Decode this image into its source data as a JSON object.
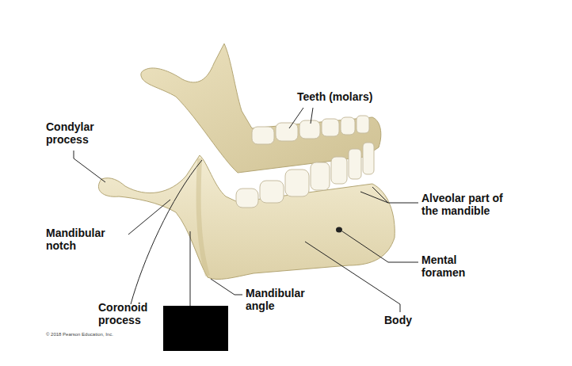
{
  "diagram": {
    "labels": [
      "Teeth (molars)",
      "Condylar process",
      "Mandibular notch",
      "Coronoid process",
      "Mandibular angle",
      "Alveolar part of the mandible",
      "Mental foramen",
      "Body",
      "© 2018 Pearson Education, Inc."
    ]
  }
}
